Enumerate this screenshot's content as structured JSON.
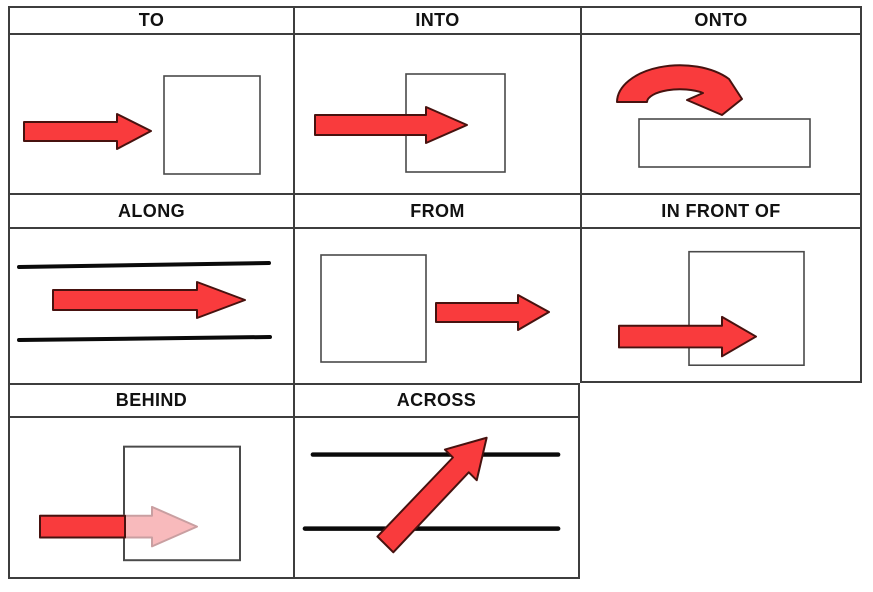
{
  "title": "Prepositions of movement diagram table",
  "colors": {
    "arrow_red": "#f93b3d",
    "arrow_outline": "#47120f",
    "arrow_faded": "#f8babc",
    "arrow_faded_outline": "#c99fa1",
    "grid_border": "#3d3d3d",
    "shape_outline": "#4a4a4a",
    "line_black": "#0a0a0a",
    "header_text": "#111111",
    "background": "#ffffff"
  },
  "cells": [
    {
      "label": "TO",
      "icon": "arrow-right-icon",
      "diagram": "red arrow pointing right toward a square, not touching it"
    },
    {
      "label": "INTO",
      "icon": "arrow-into-square-icon",
      "diagram": "red arrow pointing right with its head ending inside a square"
    },
    {
      "label": "ONTO",
      "icon": "curved-arrow-down-icon",
      "diagram": "red curved arrow arcing over and down onto a flat rectangle"
    },
    {
      "label": "ALONG",
      "icon": "arrow-right-icon",
      "diagram": "red arrow pointing right between two parallel black lines"
    },
    {
      "label": "FROM",
      "icon": "arrow-away-icon",
      "diagram": "square on the left with a red arrow pointing right away from it"
    },
    {
      "label": "IN FRONT OF",
      "icon": "arrow-overlap-icon",
      "diagram": "opaque red arrow drawn in front of (overlapping) a square"
    },
    {
      "label": "BEHIND",
      "icon": "faded-arrow-icon",
      "diagram": "red arrow whose portion behind the square is faded pink"
    },
    {
      "label": "ACROSS",
      "icon": "diagonal-arrow-icon",
      "diagram": "red diagonal arrow crossing two parallel black lines"
    }
  ]
}
